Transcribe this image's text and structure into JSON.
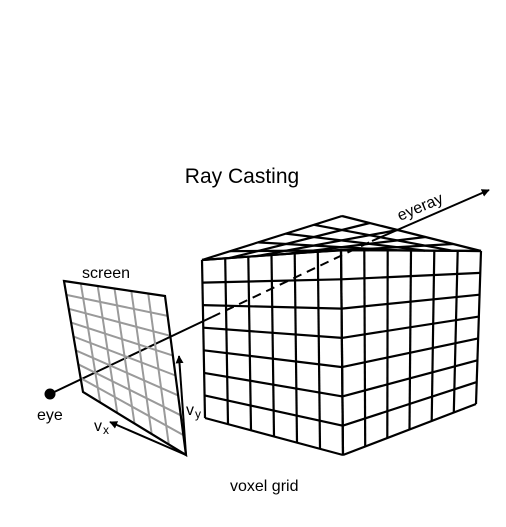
{
  "title": "Ray Casting",
  "labels": {
    "screen": "screen",
    "eye": "eye",
    "eyeray": "eyeray",
    "voxel_grid": "voxel grid",
    "vx_main": "v",
    "vx_sub": "x",
    "vy_main": "v",
    "vy_sub": "y"
  },
  "colors": {
    "ink": "#000000",
    "screen_grid": "#9a9a9a",
    "background": "#ffffff"
  }
}
